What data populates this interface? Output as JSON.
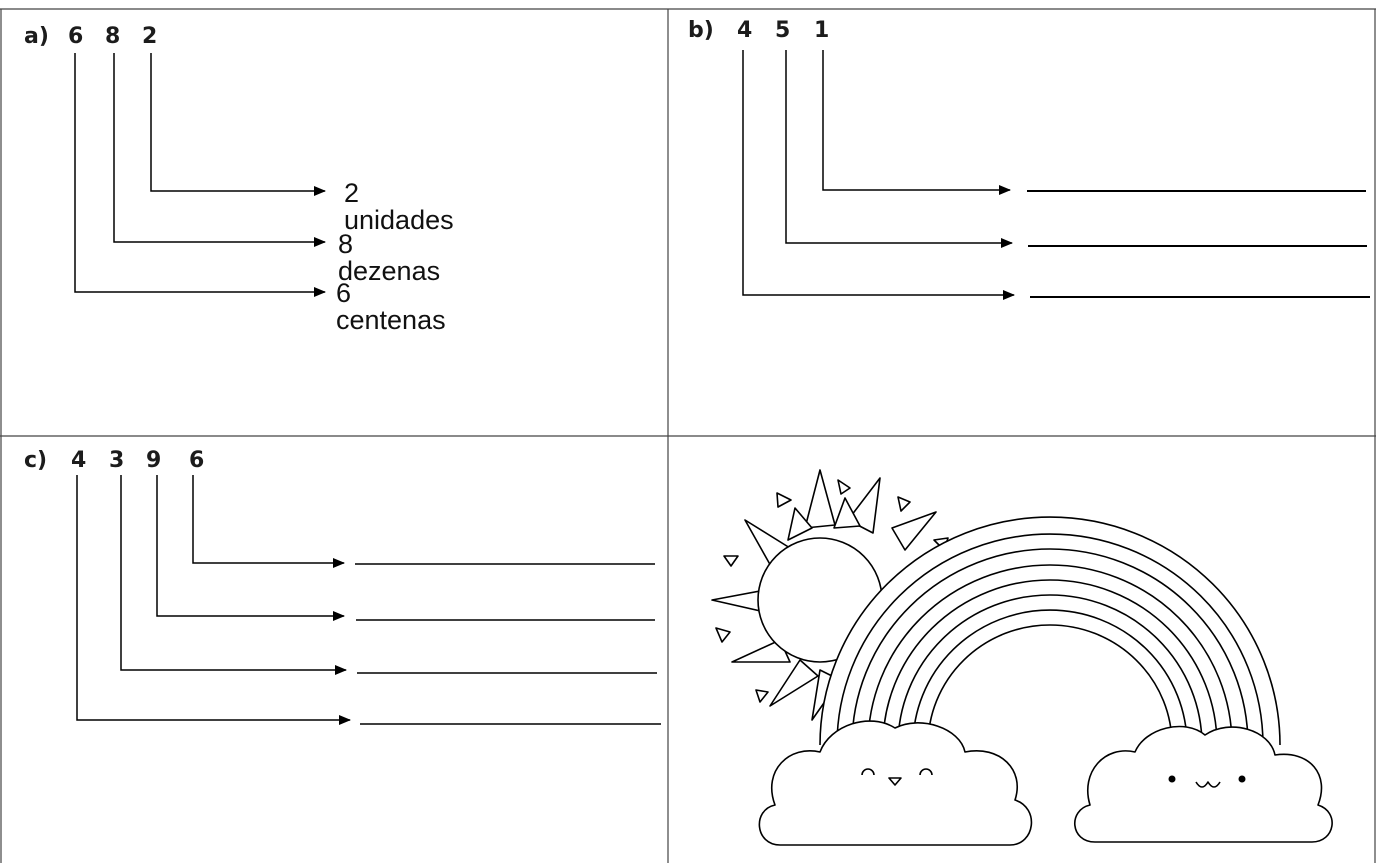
{
  "exercises": {
    "a": {
      "label": "a)",
      "digits": [
        "6",
        "8",
        "2"
      ],
      "answers": [
        "2 unidades",
        "8 dezenas",
        "6 centenas"
      ]
    },
    "b": {
      "label": "b)",
      "digits": [
        "4",
        "5",
        "1"
      ]
    },
    "c": {
      "label": "c)",
      "digits": [
        "4",
        "3",
        "9",
        "6"
      ]
    }
  },
  "colors": {
    "ink": "#000000",
    "border": "#444444",
    "paper": "#ffffff"
  },
  "decoration": {
    "icons": [
      "sun-icon",
      "rainbow-icon",
      "cloud-icon",
      "cloud-icon"
    ]
  }
}
